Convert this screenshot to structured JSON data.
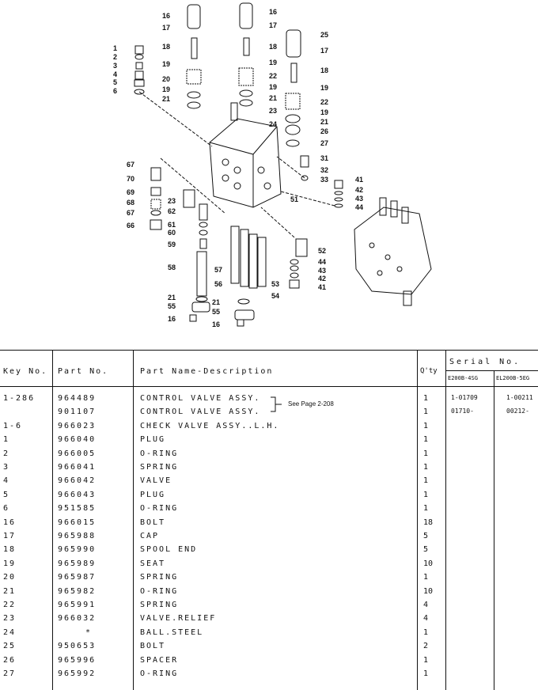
{
  "diagram": {
    "callouts": [
      "16",
      "17",
      "18",
      "19",
      "20",
      "19",
      "21",
      "16",
      "17",
      "18",
      "19",
      "22",
      "19",
      "21",
      "23",
      "24",
      "25",
      "17",
      "18",
      "19",
      "22",
      "19",
      "21",
      "26",
      "27",
      "1",
      "2",
      "3",
      "4",
      "5",
      "6",
      "67",
      "70",
      "69",
      "68",
      "67",
      "66",
      "23",
      "62",
      "61",
      "60",
      "59",
      "58",
      "57",
      "56",
      "21",
      "55",
      "16",
      "31",
      "32",
      "33",
      "41",
      "42",
      "43",
      "44",
      "51",
      "52",
      "44",
      "43",
      "42",
      "41",
      "53",
      "54",
      "21",
      "55",
      "16"
    ]
  },
  "table": {
    "headers": {
      "key_no": "Key No.",
      "part_no": "Part No.",
      "part_name": "Part Name-Description",
      "qty": "Q'ty",
      "serial": "Serial No.",
      "serial_col1": "E200B-4SG",
      "serial_col2": "EL200B-5EG"
    },
    "see_page_note": "See Page 2-208",
    "rows": [
      {
        "key": "1-286",
        "part": "964489",
        "name": "CONTROL VALVE ASSY.",
        "qty": "1",
        "s1": "1-01709",
        "s2": "1-00211"
      },
      {
        "key": "",
        "part": "901107",
        "name": "CONTROL VALVE ASSY.",
        "qty": "1",
        "s1": "01710-",
        "s2": "00212-"
      },
      {
        "key": "1-6",
        "part": "966023",
        "name": "CHECK VALVE ASSY..L.H.",
        "qty": "1",
        "s1": "",
        "s2": ""
      },
      {
        "key": "1",
        "part": "966040",
        "name": "PLUG",
        "qty": "1",
        "s1": "",
        "s2": ""
      },
      {
        "key": "2",
        "part": "966005",
        "name": "O-RING",
        "qty": "1",
        "s1": "",
        "s2": ""
      },
      {
        "key": "3",
        "part": "966041",
        "name": "SPRING",
        "qty": "1",
        "s1": "",
        "s2": ""
      },
      {
        "key": "4",
        "part": "966042",
        "name": "VALVE",
        "qty": "1",
        "s1": "",
        "s2": ""
      },
      {
        "key": "5",
        "part": "966043",
        "name": "PLUG",
        "qty": "1",
        "s1": "",
        "s2": ""
      },
      {
        "key": "6",
        "part": "951585",
        "name": "O-RING",
        "qty": "1",
        "s1": "",
        "s2": ""
      },
      {
        "key": "16",
        "part": "966015",
        "name": "BOLT",
        "qty": "18",
        "s1": "",
        "s2": ""
      },
      {
        "key": "17",
        "part": "965988",
        "name": "CAP",
        "qty": "5",
        "s1": "",
        "s2": ""
      },
      {
        "key": "18",
        "part": "965990",
        "name": "SPOOL END",
        "qty": "5",
        "s1": "",
        "s2": ""
      },
      {
        "key": "19",
        "part": "965989",
        "name": "SEAT",
        "qty": "10",
        "s1": "",
        "s2": ""
      },
      {
        "key": "20",
        "part": "965987",
        "name": "SPRING",
        "qty": "1",
        "s1": "",
        "s2": ""
      },
      {
        "key": "21",
        "part": "965982",
        "name": "O-RING",
        "qty": "10",
        "s1": "",
        "s2": ""
      },
      {
        "key": "22",
        "part": "965991",
        "name": "SPRING",
        "qty": "4",
        "s1": "",
        "s2": ""
      },
      {
        "key": "23",
        "part": "966032",
        "name": "VALVE.RELIEF",
        "qty": "4",
        "s1": "",
        "s2": ""
      },
      {
        "key": "24",
        "part": "*",
        "name": "BALL.STEEL",
        "qty": "1",
        "s1": "",
        "s2": ""
      },
      {
        "key": "25",
        "part": "950653",
        "name": "BOLT",
        "qty": "2",
        "s1": "",
        "s2": ""
      },
      {
        "key": "26",
        "part": "965996",
        "name": "SPACER",
        "qty": "1",
        "s1": "",
        "s2": ""
      },
      {
        "key": "27",
        "part": "965992",
        "name": "O-RING",
        "qty": "1",
        "s1": "",
        "s2": ""
      }
    ]
  }
}
